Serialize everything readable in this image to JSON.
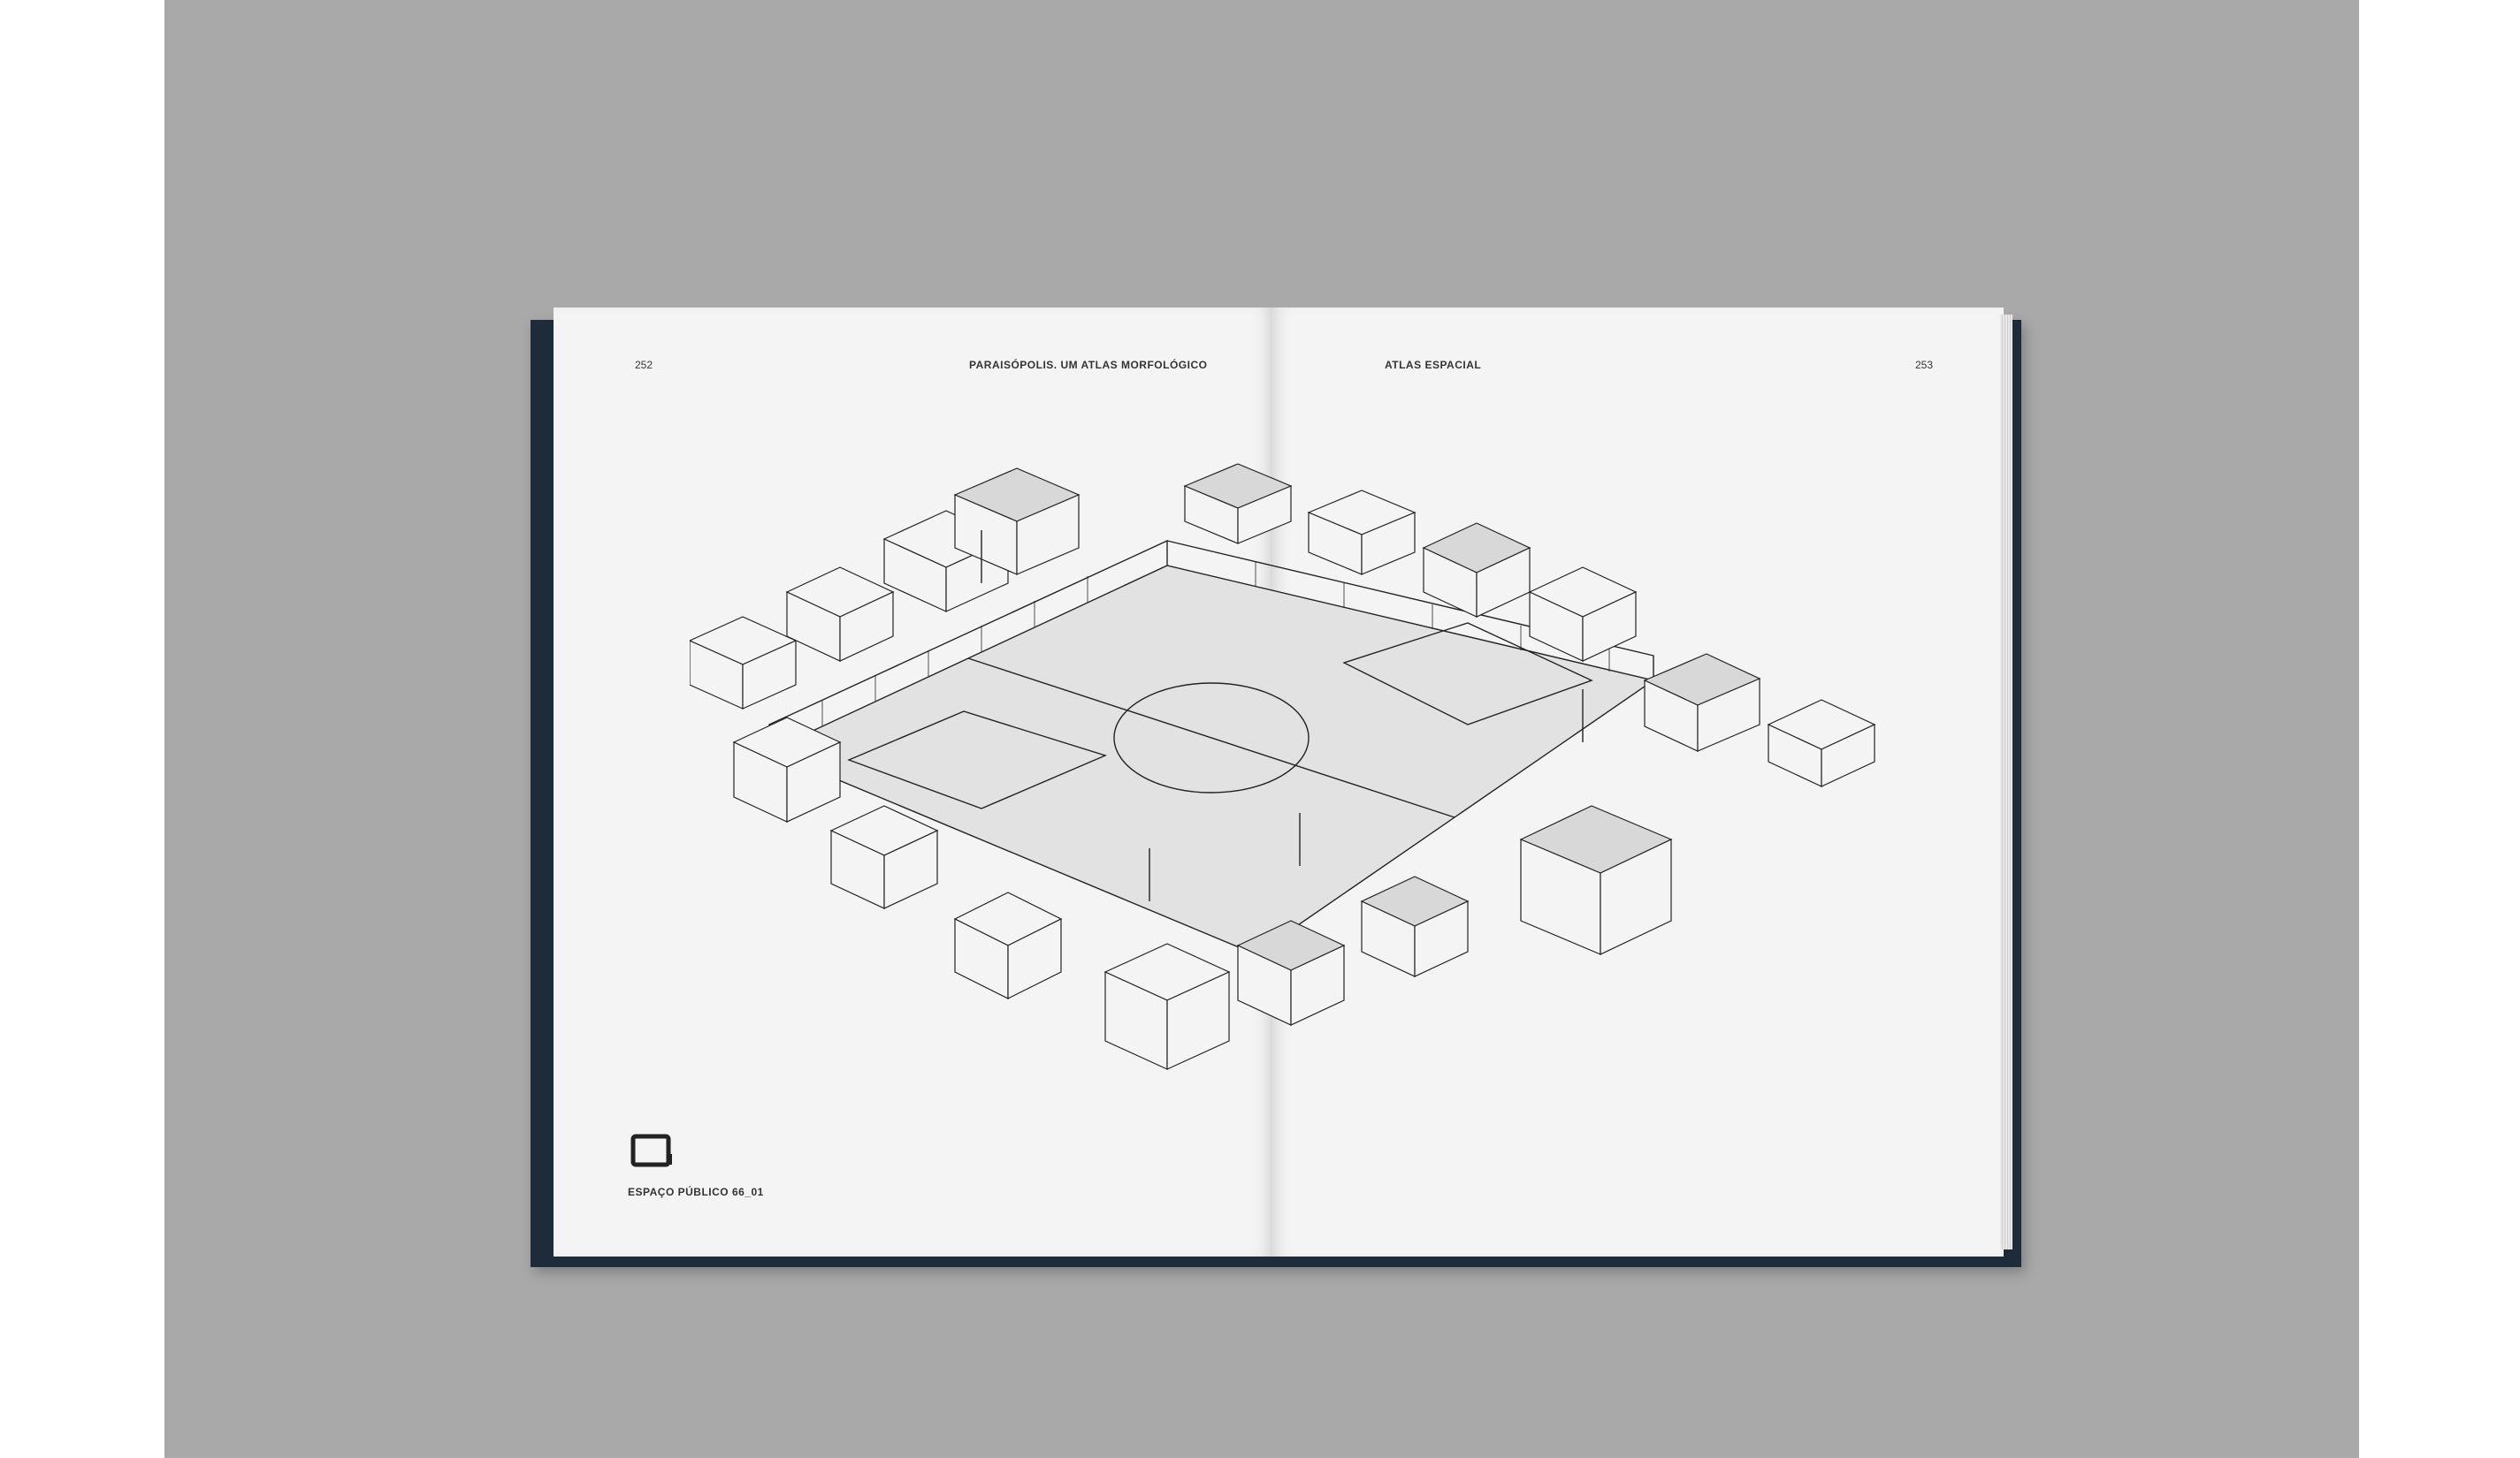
{
  "spread": {
    "left_page_number": "252",
    "left_running_title": "PARAISÓPOLIS. UM  ATLAS MORFOLÓGICO",
    "right_running_title": "ATLAS ESPACIAL",
    "right_page_number": "253",
    "caption": "ESPAÇO PÚBLICO 66_01"
  },
  "icons": {
    "caption_icon": "public-space-square-icon"
  },
  "colors": {
    "background": "#a9a9a9",
    "paper": "#f4f4f4",
    "cover": "#1d2b3a",
    "ink": "#333333"
  }
}
